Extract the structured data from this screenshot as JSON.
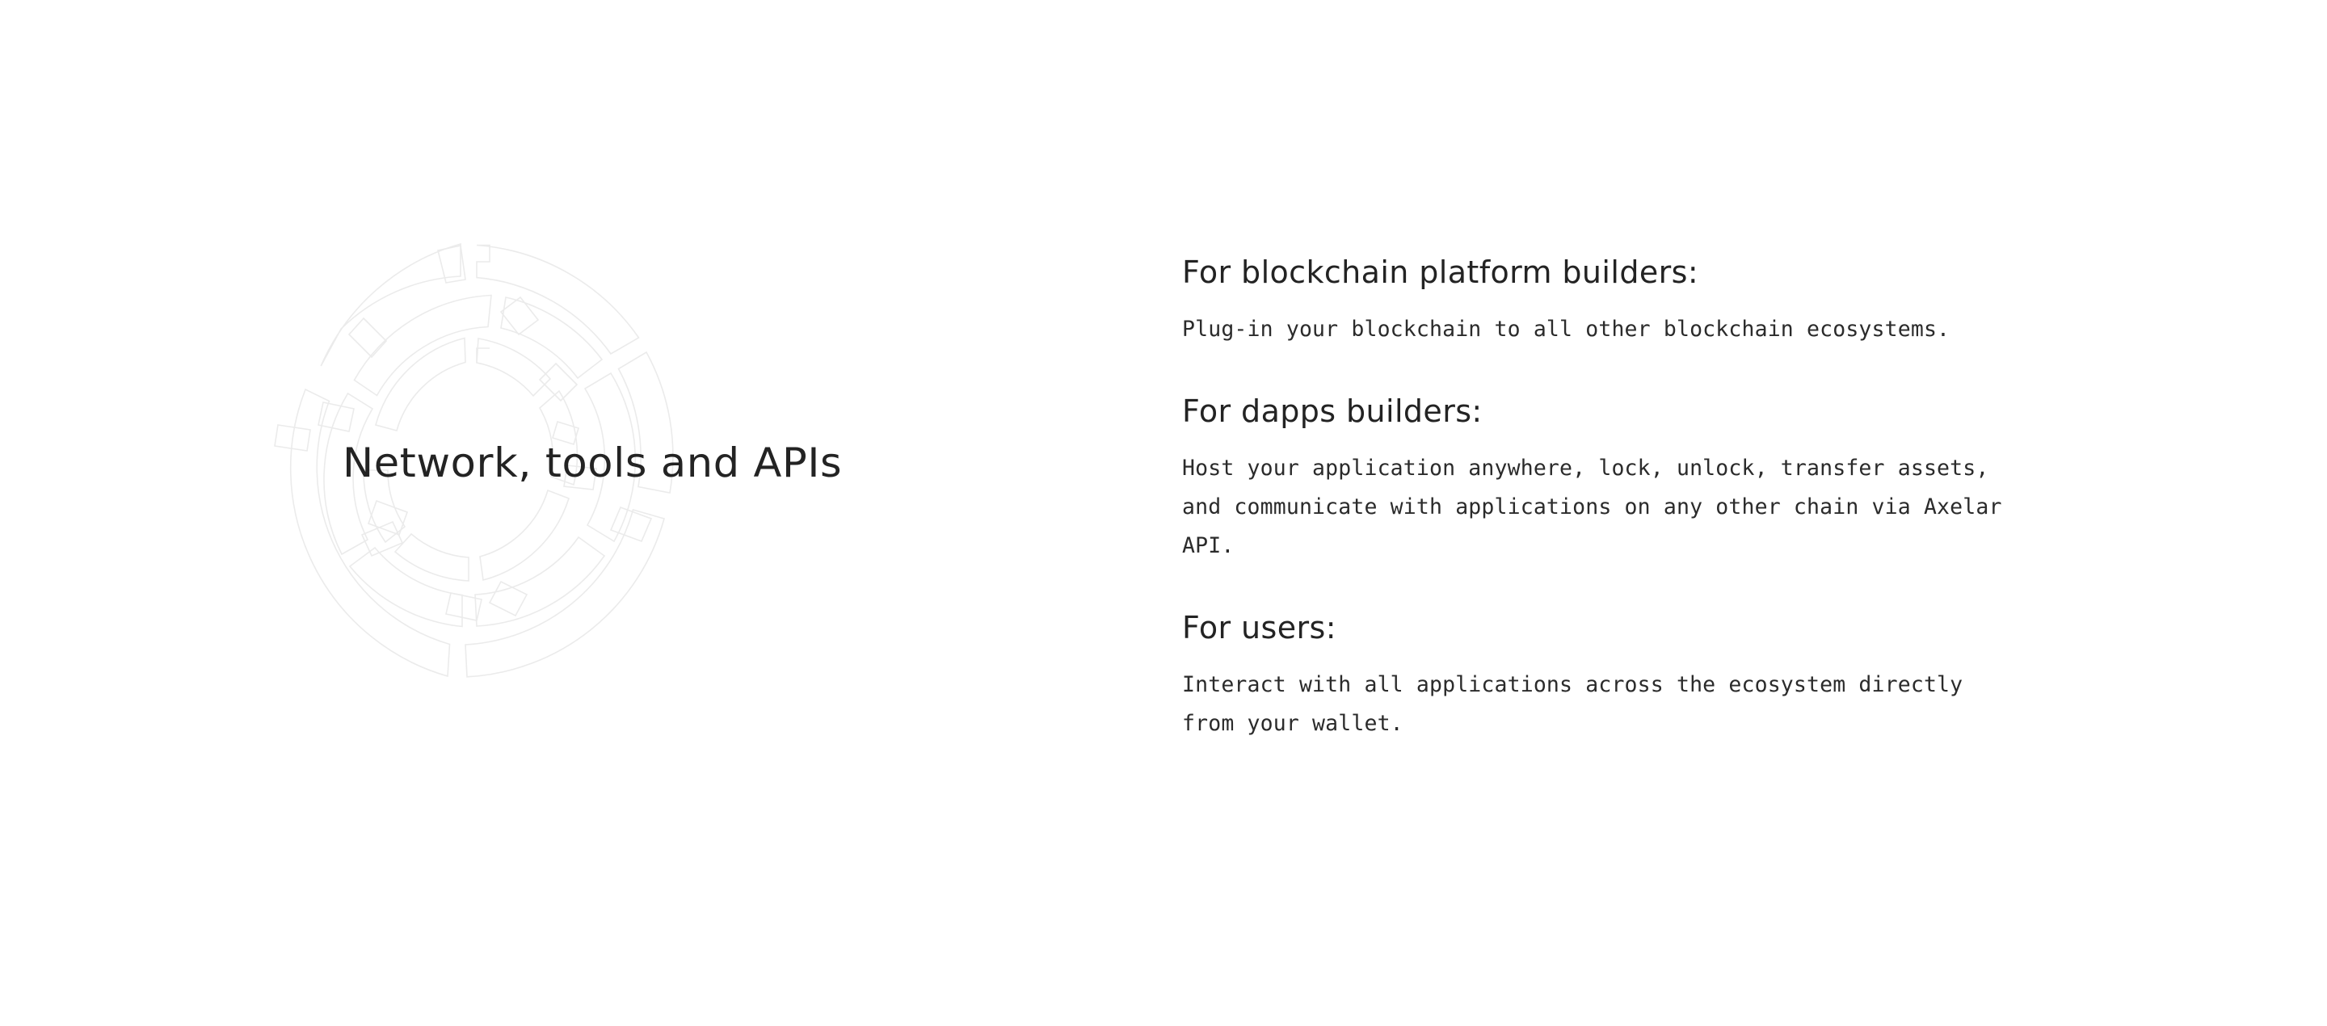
{
  "colors": {
    "background": "#ffffff",
    "heading_text": "#232323",
    "body_text": "#2b2b2b",
    "decoration_stroke": "#ebebeb"
  },
  "hero": {
    "title": "Network, tools and APIs",
    "decoration_name": "axelar-network-ring-graphic"
  },
  "sections": [
    {
      "heading": "For blockchain platform builders:",
      "lines": [
        "Plug-in your blockchain to all other blockchain ecosystems."
      ]
    },
    {
      "heading": "For dapps builders:",
      "lines": [
        "Host your application anywhere, lock, unlock, transfer assets,",
        "and communicate with applications on any other chain via Axelar",
        "API."
      ]
    },
    {
      "heading": "For users:",
      "lines": [
        "Interact with all applications across the ecosystem directly",
        "from your wallet."
      ]
    }
  ]
}
